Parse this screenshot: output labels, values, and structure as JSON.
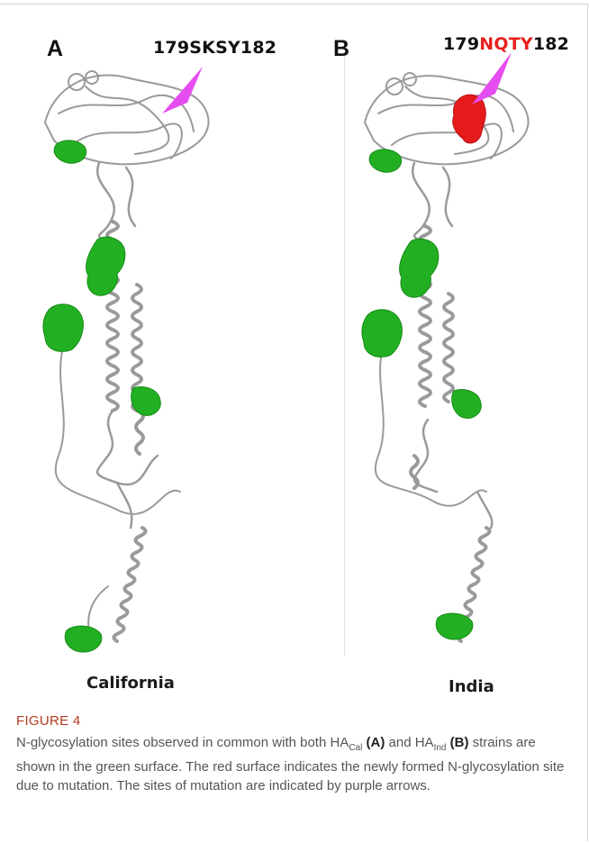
{
  "panel_a": {
    "letter": "A",
    "site_prefix": "179",
    "site_residues": "SKSY",
    "site_suffix": "182",
    "strain": "California"
  },
  "panel_b": {
    "letter": "B",
    "site_prefix": "179",
    "site_residues": "NQTY",
    "site_suffix": "182",
    "strain": "India"
  },
  "colors": {
    "glycosylation_surface": "#22b022",
    "new_site_surface": "#e51b1b",
    "arrow": "#e64df0",
    "ribbon": "#9a9a9a"
  },
  "figure": {
    "label": "FIGURE 4",
    "caption": {
      "t1": "N-glycosylation sites observed in common with both HA",
      "sub1": "Cal",
      "ref1": "(A)",
      "t2": "and HA",
      "sub2": "Ind",
      "ref2": "(B)",
      "t3": "strains are shown in the green surface. The red surface indicates the newly formed N-glycosylation site due to mutation. The sites of mutation are indicated by purple arrows."
    }
  }
}
